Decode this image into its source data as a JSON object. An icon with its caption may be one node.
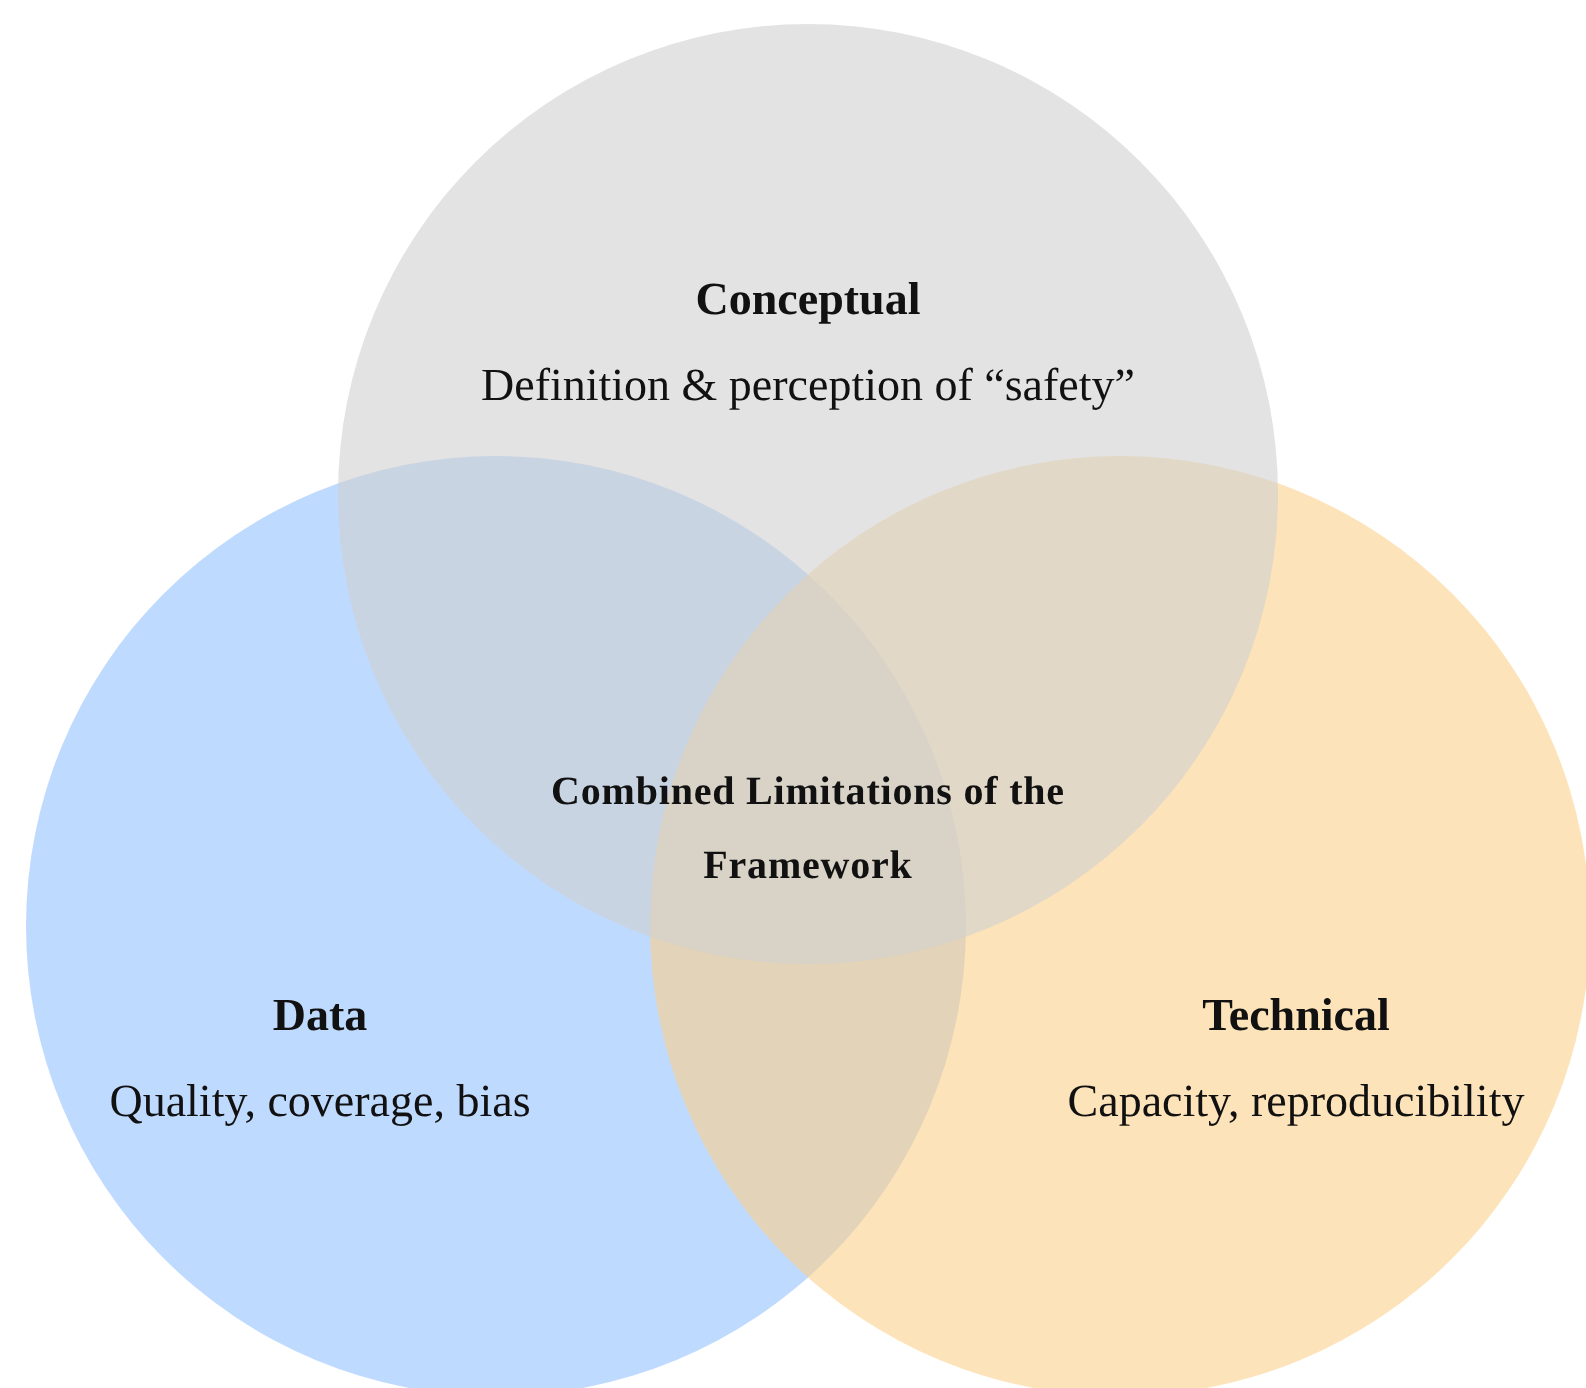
{
  "diagram": {
    "nodes": [
      {
        "text": [
          "Conceptual",
          "Definition & perception of “safety”"
        ]
      },
      {
        "text": [
          "Data",
          "Quality, coverage, bias"
        ]
      },
      {
        "text": [
          "Technical",
          "Capacity, reproducibility"
        ]
      }
    ],
    "labels": [
      "Combined Limitations of the Framework"
    ]
  }
}
